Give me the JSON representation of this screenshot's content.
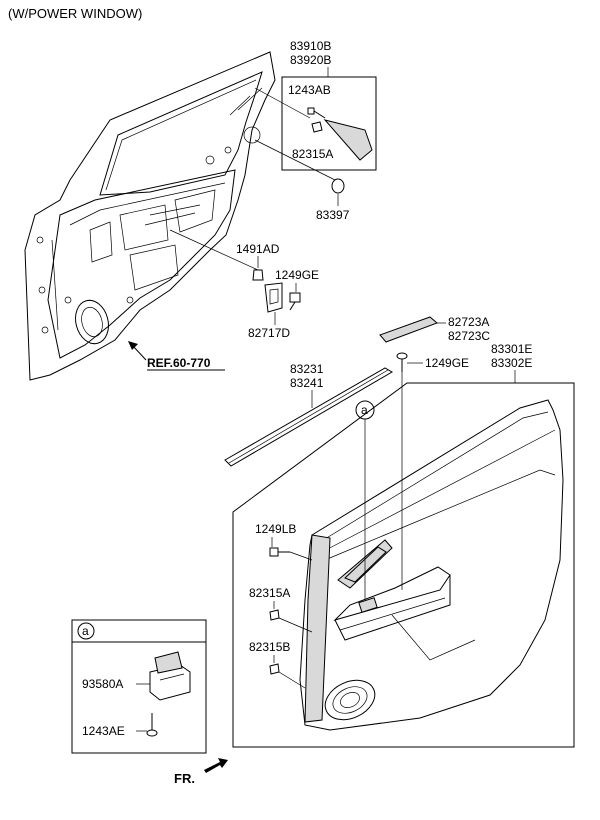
{
  "header": {
    "variant_note": "(W/POWER WINDOW)"
  },
  "callouts": {
    "c83910B": "83910B",
    "c83920B": "83920B",
    "c1243AB": "1243AB",
    "c82315A_top": "82315A",
    "c83397": "83397",
    "c1491AD": "1491AD",
    "c1249GE_a": "1249GE",
    "c82717D": "82717D",
    "ref": "REF.60-770",
    "c82723A": "82723A",
    "c82723C": "82723C",
    "c1249GE_b": "1249GE",
    "c83231": "83231",
    "c83241": "83241",
    "c83301E": "83301E",
    "c83302E": "83302E",
    "c1249LB": "1249LB",
    "c82315A_mid": "82315A",
    "c82315B": "82315B",
    "ref_marker_a": "a",
    "c93580A": "93580A",
    "c1243AE": "1243AE"
  },
  "inset": {
    "marker": "a"
  },
  "footer": {
    "direction": "FR."
  }
}
